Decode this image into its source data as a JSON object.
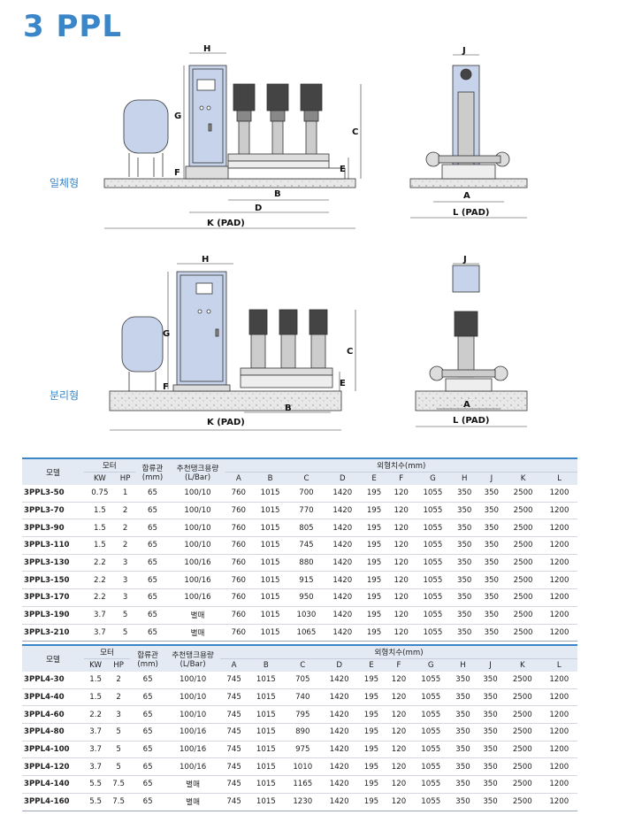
{
  "title": "3 PPL",
  "labels": {
    "type1": "일체형",
    "type2": "분리형"
  },
  "dims": {
    "H": "H",
    "G": "G",
    "F": "F",
    "C": "C",
    "E": "E",
    "B": "B",
    "D": "D",
    "K": "K (PAD)",
    "J": "J",
    "A": "A",
    "L": "L (PAD)"
  },
  "table_header": {
    "model": "모델",
    "motor": "모터",
    "kw": "KW",
    "hp": "HP",
    "pipe": "합류관",
    "pipe_unit": "(mm)",
    "tank": "추천탱크용량",
    "tank_unit": "(L/Bar)",
    "dim": "외형치수(mm)",
    "cols": [
      "A",
      "B",
      "C",
      "D",
      "E",
      "F",
      "G",
      "H",
      "J",
      "K",
      "L"
    ]
  },
  "table1": [
    [
      "3PPL3-50",
      "0.75",
      "1",
      "65",
      "100/10",
      "760",
      "1015",
      "700",
      "1420",
      "195",
      "120",
      "1055",
      "350",
      "350",
      "2500",
      "1200"
    ],
    [
      "3PPL3-70",
      "1.5",
      "2",
      "65",
      "100/10",
      "760",
      "1015",
      "770",
      "1420",
      "195",
      "120",
      "1055",
      "350",
      "350",
      "2500",
      "1200"
    ],
    [
      "3PPL3-90",
      "1.5",
      "2",
      "65",
      "100/10",
      "760",
      "1015",
      "805",
      "1420",
      "195",
      "120",
      "1055",
      "350",
      "350",
      "2500",
      "1200"
    ],
    [
      "3PPL3-110",
      "1.5",
      "2",
      "65",
      "100/10",
      "760",
      "1015",
      "745",
      "1420",
      "195",
      "120",
      "1055",
      "350",
      "350",
      "2500",
      "1200"
    ],
    [
      "3PPL3-130",
      "2.2",
      "3",
      "65",
      "100/16",
      "760",
      "1015",
      "880",
      "1420",
      "195",
      "120",
      "1055",
      "350",
      "350",
      "2500",
      "1200"
    ],
    [
      "3PPL3-150",
      "2.2",
      "3",
      "65",
      "100/16",
      "760",
      "1015",
      "915",
      "1420",
      "195",
      "120",
      "1055",
      "350",
      "350",
      "2500",
      "1200"
    ],
    [
      "3PPL3-170",
      "2.2",
      "3",
      "65",
      "100/16",
      "760",
      "1015",
      "950",
      "1420",
      "195",
      "120",
      "1055",
      "350",
      "350",
      "2500",
      "1200"
    ],
    [
      "3PPL3-190",
      "3.7",
      "5",
      "65",
      "별매",
      "760",
      "1015",
      "1030",
      "1420",
      "195",
      "120",
      "1055",
      "350",
      "350",
      "2500",
      "1200"
    ],
    [
      "3PPL3-210",
      "3.7",
      "5",
      "65",
      "별매",
      "760",
      "1015",
      "1065",
      "1420",
      "195",
      "120",
      "1055",
      "350",
      "350",
      "2500",
      "1200"
    ]
  ],
  "table2": [
    [
      "3PPL4-30",
      "1.5",
      "2",
      "65",
      "100/10",
      "745",
      "1015",
      "705",
      "1420",
      "195",
      "120",
      "1055",
      "350",
      "350",
      "2500",
      "1200"
    ],
    [
      "3PPL4-40",
      "1.5",
      "2",
      "65",
      "100/10",
      "745",
      "1015",
      "740",
      "1420",
      "195",
      "120",
      "1055",
      "350",
      "350",
      "2500",
      "1200"
    ],
    [
      "3PPL4-60",
      "2.2",
      "3",
      "65",
      "100/10",
      "745",
      "1015",
      "795",
      "1420",
      "195",
      "120",
      "1055",
      "350",
      "350",
      "2500",
      "1200"
    ],
    [
      "3PPL4-80",
      "3.7",
      "5",
      "65",
      "100/16",
      "745",
      "1015",
      "890",
      "1420",
      "195",
      "120",
      "1055",
      "350",
      "350",
      "2500",
      "1200"
    ],
    [
      "3PPL4-100",
      "3.7",
      "5",
      "65",
      "100/16",
      "745",
      "1015",
      "975",
      "1420",
      "195",
      "120",
      "1055",
      "350",
      "350",
      "2500",
      "1200"
    ],
    [
      "3PPL4-120",
      "3.7",
      "5",
      "65",
      "100/16",
      "745",
      "1015",
      "1010",
      "1420",
      "195",
      "120",
      "1055",
      "350",
      "350",
      "2500",
      "1200"
    ],
    [
      "3PPL4-140",
      "5.5",
      "7.5",
      "65",
      "별매",
      "745",
      "1015",
      "1165",
      "1420",
      "195",
      "120",
      "1055",
      "350",
      "350",
      "2500",
      "1200"
    ],
    [
      "3PPL4-160",
      "5.5",
      "7.5",
      "65",
      "별매",
      "745",
      "1015",
      "1230",
      "1420",
      "195",
      "120",
      "1055",
      "350",
      "350",
      "2500",
      "1200"
    ]
  ],
  "colors": {
    "accent": "#3a86c8",
    "equipment": "#c6d3ea",
    "header_bg": "#e4eaf4"
  }
}
